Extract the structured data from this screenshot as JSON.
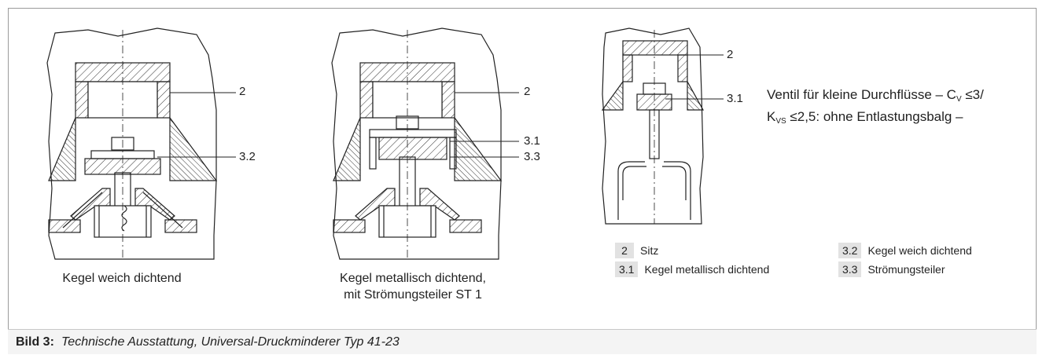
{
  "drawing_a": {
    "callouts": [
      "2",
      "3.2"
    ],
    "caption": "Kegel weich dichtend"
  },
  "drawing_b": {
    "callouts": [
      "2",
      "3.1",
      "3.3"
    ],
    "caption_line1": "Kegel metallisch dichtend,",
    "caption_line2": "mit Strömungsteiler ST 1"
  },
  "drawing_c": {
    "callouts": [
      "2",
      "3.1"
    ]
  },
  "note": {
    "line1_pre": "Ventil für kleine Durchflüsse – C",
    "line1_sub": "V",
    "line1_post": " ≤3/",
    "line2_pre": "K",
    "line2_sub": "VS",
    "line2_post": " ≤2,5: ohne Entlastungsbalg –"
  },
  "legend": [
    {
      "num": "2",
      "text": "Sitz"
    },
    {
      "num": "3.2",
      "text": "Kegel weich dichtend"
    },
    {
      "num": "3.1",
      "text": "Kegel metallisch dichtend"
    },
    {
      "num": "3.3",
      "text": "Strömungsteiler"
    }
  ],
  "figure_caption": {
    "label": "Bild 3:",
    "text": "Technische Ausstattung, Universal-Druckminderer Typ 41-23"
  }
}
